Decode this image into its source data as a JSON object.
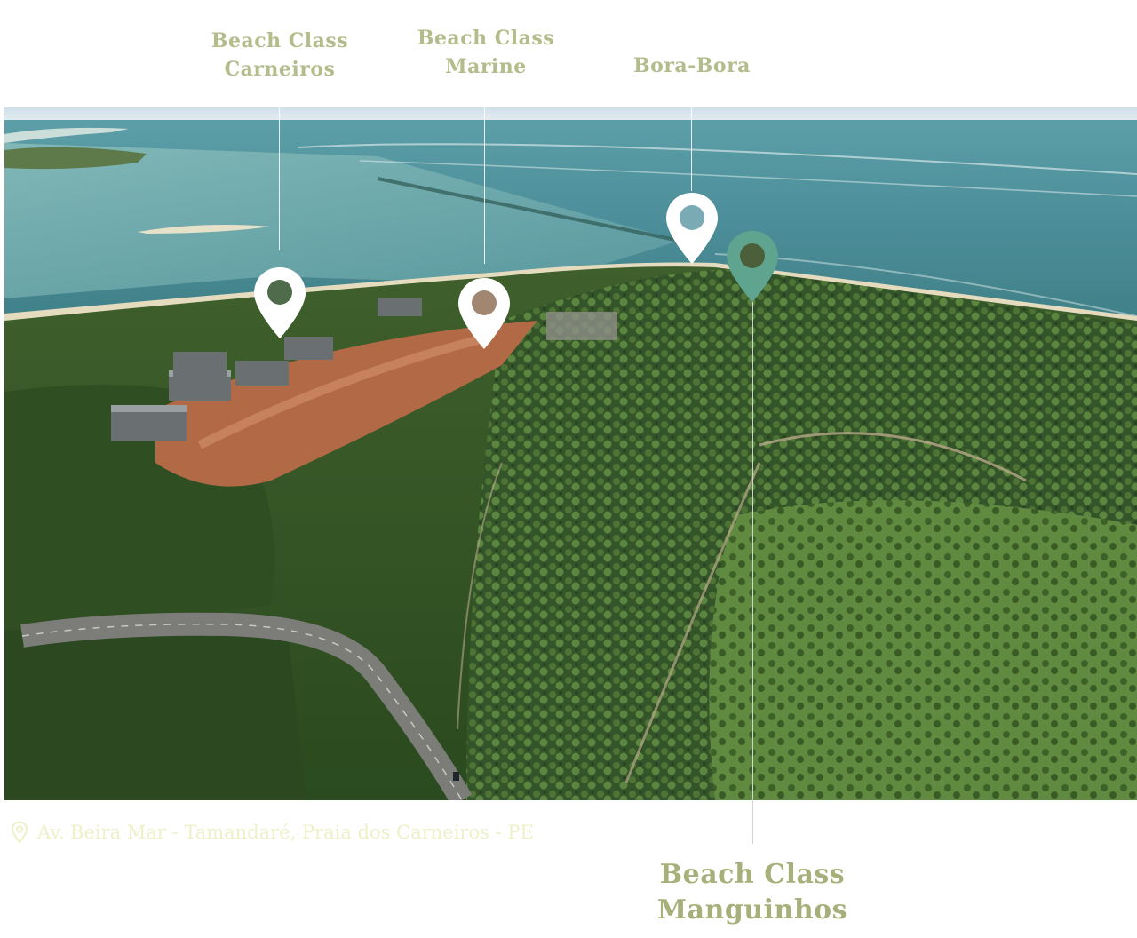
{
  "labels": {
    "carneiros": [
      "Beach Class",
      "Carneiros"
    ],
    "marine": [
      "Beach Class",
      "Marine"
    ],
    "bora_bora": [
      "Bora-Bora"
    ],
    "manguinhos": [
      "Beach Class",
      "Manguinhos"
    ]
  },
  "address": {
    "icon": "location-pin-icon",
    "text": "Av. Beira Mar - Tamandaré, Praia dos Carneiros - PE"
  },
  "colors": {
    "label": "#b3bd8c",
    "highlight_pin": "#5fa48f",
    "pin": "#ffffff",
    "address": "#eef0c8"
  },
  "markers": [
    {
      "name": "carneiros-marker",
      "icon": "map-pin-icon",
      "highlighted": false
    },
    {
      "name": "marine-marker",
      "icon": "map-pin-icon",
      "highlighted": false
    },
    {
      "name": "bora-bora-marker",
      "icon": "map-pin-icon",
      "highlighted": false
    },
    {
      "name": "manguinhos-marker",
      "icon": "map-pin-icon",
      "highlighted": true
    }
  ]
}
